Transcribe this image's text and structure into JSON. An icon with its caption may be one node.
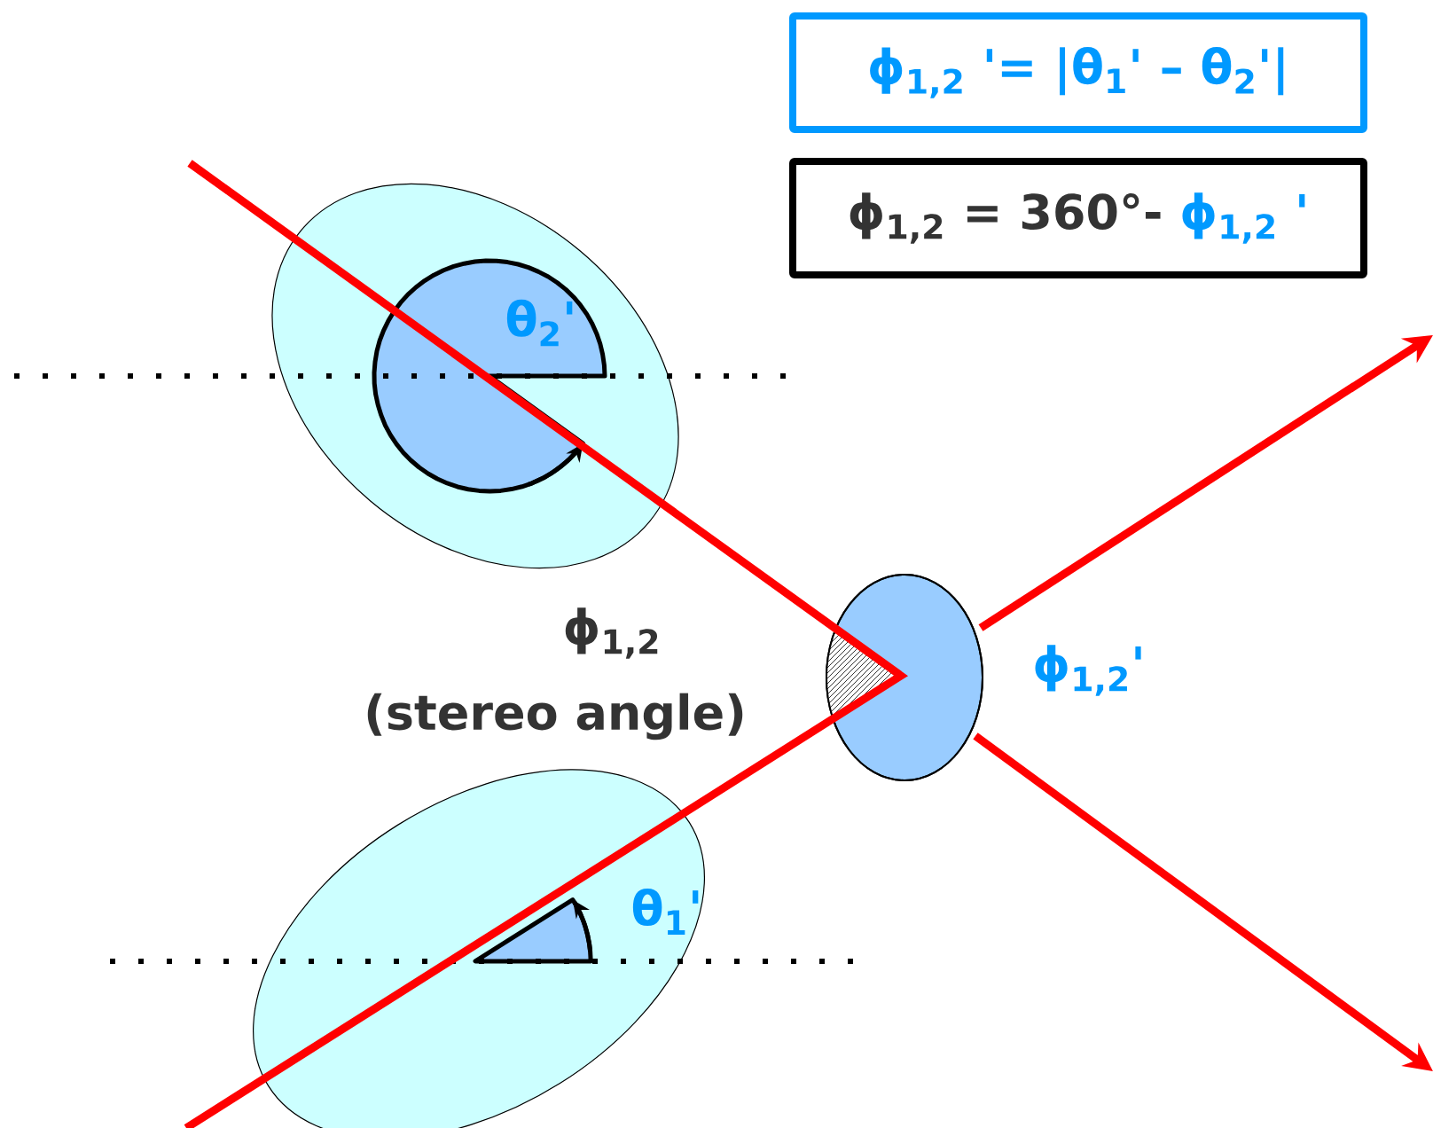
{
  "diagram": {
    "nodes": [
      {
        "text": [
          "ϕ$_{1,2}$ '= |θ$_{1}$' – θ$_{2}$'|"
        ]
      },
      {
        "text": [
          "ϕ$_{1,2}$ = 360°-",
          "ϕ$_{1,2}$ '"
        ]
      }
    ],
    "labels": [
      "θ$_{2}$'",
      "ϕ$_{1,2}$",
      "(stereo angle)",
      "ϕ$_{1,2}$'",
      "θ$_{1}$'"
    ]
  }
}
